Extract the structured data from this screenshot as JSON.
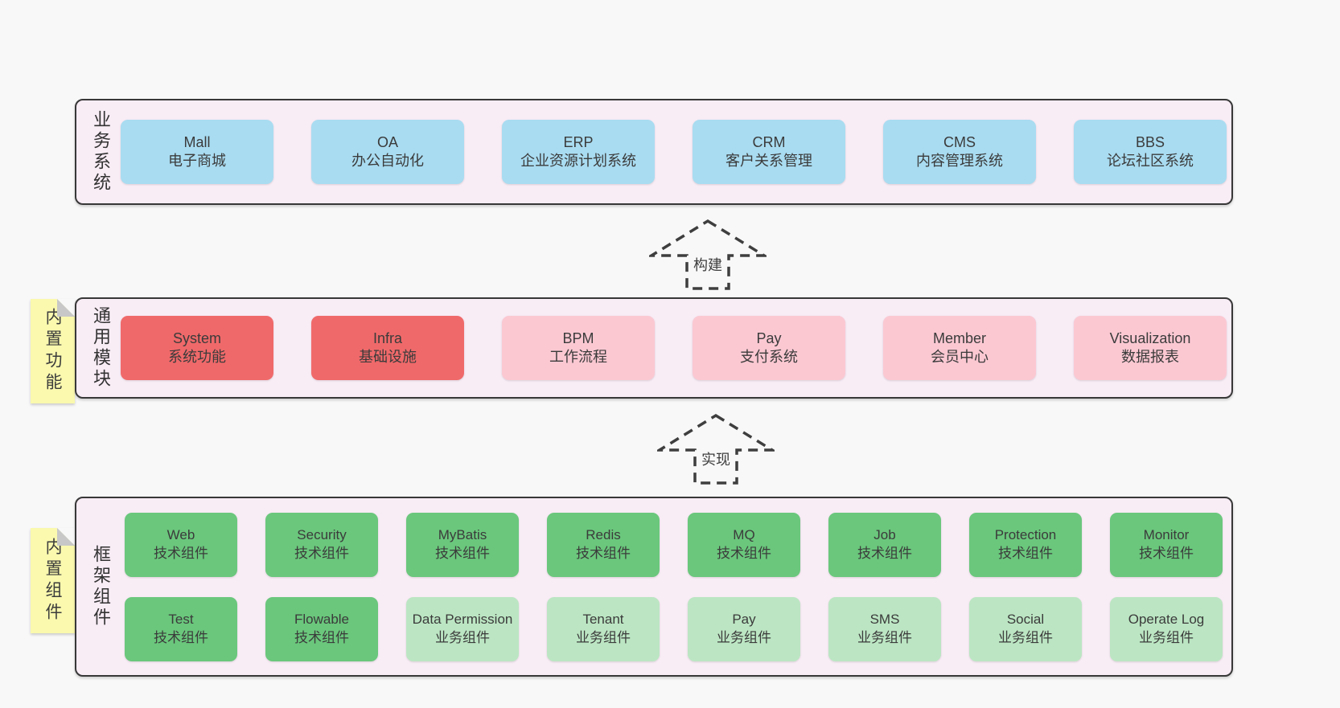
{
  "colors": {
    "page-bg": "#F8F8F8",
    "layer-bg": "#F8ECF5",
    "layer-border": "#383838",
    "box-blue": "#A9DCF1",
    "box-red": "#F0696A",
    "box-pink": "#FBC8D2",
    "box-green": "#6AC77C",
    "box-green-light": "#BCE6C3",
    "note-yellow": "#FAF9AE",
    "note-fold": "#C8C8C8",
    "arrow-stroke": "#3E3E3E",
    "text": "#3B3B3B"
  },
  "layers": {
    "business": {
      "label": "业务系统",
      "boxes": [
        {
          "title": "Mall",
          "subtitle": "电子商城",
          "variant": "blue"
        },
        {
          "title": "OA",
          "subtitle": "办公自动化",
          "variant": "blue"
        },
        {
          "title": "ERP",
          "subtitle": "企业资源计划系统",
          "variant": "blue"
        },
        {
          "title": "CRM",
          "subtitle": "客户关系管理",
          "variant": "blue"
        },
        {
          "title": "CMS",
          "subtitle": "内容管理系统",
          "variant": "blue"
        },
        {
          "title": "BBS",
          "subtitle": "论坛社区系统",
          "variant": "blue"
        }
      ]
    },
    "modules": {
      "label": "通用模块",
      "note": "内置功能",
      "boxes": [
        {
          "title": "System",
          "subtitle": "系统功能",
          "variant": "solid-red"
        },
        {
          "title": "Infra",
          "subtitle": "基础设施",
          "variant": "solid-red"
        },
        {
          "title": "BPM",
          "subtitle": "工作流程",
          "variant": "light-pink"
        },
        {
          "title": "Pay",
          "subtitle": "支付系统",
          "variant": "light-pink"
        },
        {
          "title": "Member",
          "subtitle": "会员中心",
          "variant": "light-pink"
        },
        {
          "title": "Visualization",
          "subtitle": "数据报表",
          "variant": "light-pink"
        }
      ]
    },
    "components": {
      "label": "框架组件",
      "note": "内置组件",
      "row1": [
        {
          "title": "Web",
          "subtitle": "技术组件",
          "variant": "solid-green"
        },
        {
          "title": "Security",
          "subtitle": "技术组件",
          "variant": "solid-green"
        },
        {
          "title": "MyBatis",
          "subtitle": "技术组件",
          "variant": "solid-green"
        },
        {
          "title": "Redis",
          "subtitle": "技术组件",
          "variant": "solid-green"
        },
        {
          "title": "MQ",
          "subtitle": "技术组件",
          "variant": "solid-green"
        },
        {
          "title": "Job",
          "subtitle": "技术组件",
          "variant": "solid-green"
        },
        {
          "title": "Protection",
          "subtitle": "技术组件",
          "variant": "solid-green"
        },
        {
          "title": "Monitor",
          "subtitle": "技术组件",
          "variant": "solid-green"
        }
      ],
      "row2": [
        {
          "title": "Test",
          "subtitle": "技术组件",
          "variant": "solid-green"
        },
        {
          "title": "Flowable",
          "subtitle": "技术组件",
          "variant": "solid-green"
        },
        {
          "title": "Data Permission",
          "subtitle": "业务组件",
          "variant": "light-green"
        },
        {
          "title": "Tenant",
          "subtitle": "业务组件",
          "variant": "light-green"
        },
        {
          "title": "Pay",
          "subtitle": "业务组件",
          "variant": "light-green"
        },
        {
          "title": "SMS",
          "subtitle": "业务组件",
          "variant": "light-green"
        },
        {
          "title": "Social",
          "subtitle": "业务组件",
          "variant": "light-green"
        },
        {
          "title": "Operate Log",
          "subtitle": "业务组件",
          "variant": "light-green"
        }
      ]
    }
  },
  "arrows": {
    "build": {
      "label": "构建"
    },
    "implement": {
      "label": "实现"
    }
  }
}
